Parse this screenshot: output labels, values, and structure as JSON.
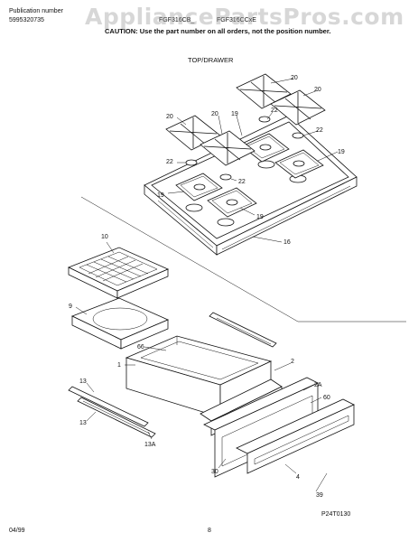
{
  "watermark": "AppliancePartsPros.com",
  "header": {
    "pub_label": "Publication number",
    "pub_number": "5995320735",
    "model_a": "FGF316CB_",
    "model_b": "FGF316CCxE",
    "caution": "CAUTION: Use the part number on all orders, not the position number."
  },
  "section_title": "TOP/DRAWER",
  "callouts": [
    "20",
    "20",
    "20",
    "20",
    "19",
    "22",
    "22",
    "22",
    "22",
    "19",
    "19",
    "19",
    "16",
    "10",
    "9",
    "66",
    "1",
    "2",
    "2A",
    "60",
    "13",
    "13",
    "13A",
    "30",
    "4",
    "39"
  ],
  "footer": {
    "date": "04/99",
    "page": "8",
    "code": "P24T0130"
  }
}
